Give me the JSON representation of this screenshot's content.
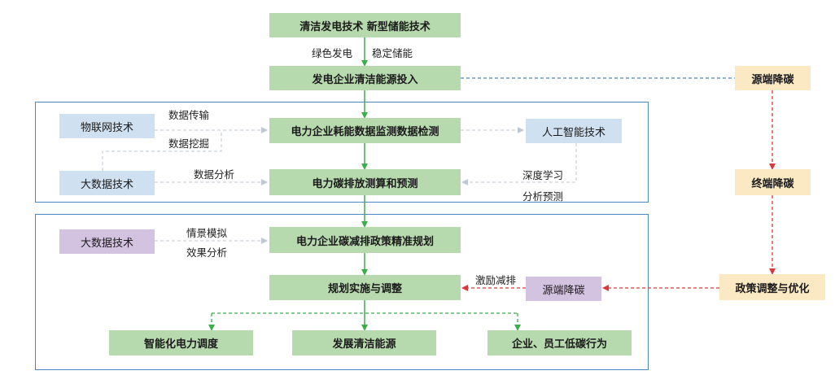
{
  "nodes": {
    "top": "清洁发电技术   新型储能技术",
    "invest": "发电企业清洁能源投入",
    "monitor": "电力企业耗能数据监测数据检测",
    "calc": "电力碳排放测算和预测",
    "plan": "电力企业碳减排政策精准规划",
    "implement": "规划实施与调整",
    "dispatch": "智能化电力调度",
    "develop": "发展清洁能源",
    "behavior": "企业、员工低碳行为",
    "iot": "物联网技术",
    "bigdata1": "大数据技术",
    "ai": "人工智能技术",
    "bigdata2": "大数据技术",
    "source_mid": "源端降碳",
    "source_right": "源端降碳",
    "terminal": "终端降碳",
    "policy": "政策调整与优化"
  },
  "labels": {
    "green_power": "绿色发电",
    "stable_storage": "稳定储能",
    "data_transfer": "数据传输",
    "data_mining": "数据挖掘",
    "data_analysis": "数据分析",
    "deep_learning": "深度学习",
    "analysis_predict": "分析预测",
    "scenario_sim": "情景模拟",
    "effect_analysis": "效果分析",
    "incentive": "激励减排"
  },
  "colors": {
    "green_box": "#b7d9ae",
    "blue_box": "#cfe0f0",
    "purple_box": "#d3c2e0",
    "cream_box": "#fbe9c4",
    "green_arrow": "#3aae49",
    "red_arrow": "#d9393c",
    "blue_line": "#4a86c4",
    "gray_dash": "#c9d2dc"
  }
}
